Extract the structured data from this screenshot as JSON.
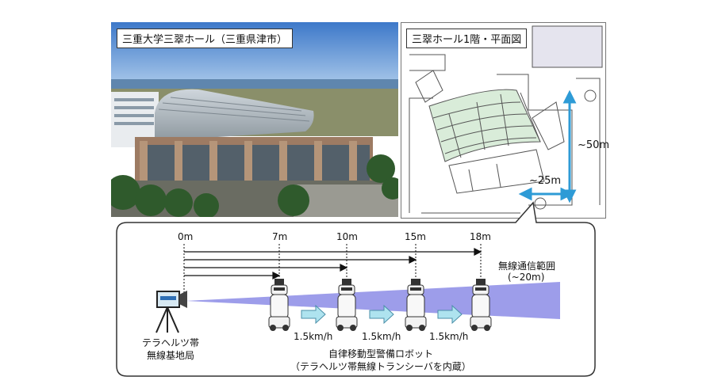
{
  "photo": {
    "caption": "三重大学三翠ホール（三重県津市）"
  },
  "floorplan": {
    "caption": "三翠ホール1階・平面図",
    "width_label": "~25m",
    "length_label": "~50m"
  },
  "experiment": {
    "distance_markers": [
      "0m",
      "7m",
      "10m",
      "15m",
      "18m"
    ],
    "range_label_line1": "無線通信範囲",
    "range_label_line2": "(~20m)",
    "speed_labels": [
      "1.5km/h",
      "1.5km/h",
      "1.5km/h"
    ],
    "base_station_line1": "テラヘルツ帯",
    "base_station_line2": "無線基地局",
    "robot_line1": "自律移動型警備ロボット",
    "robot_line2": "（テラヘルツ帯無線トランシーバを内蔵）"
  },
  "colors": {
    "arrow_blue": "#2e9bd6",
    "beam": "#8c8ce6",
    "panel_border": "#333333",
    "step_arrow": "#aee3ef"
  }
}
